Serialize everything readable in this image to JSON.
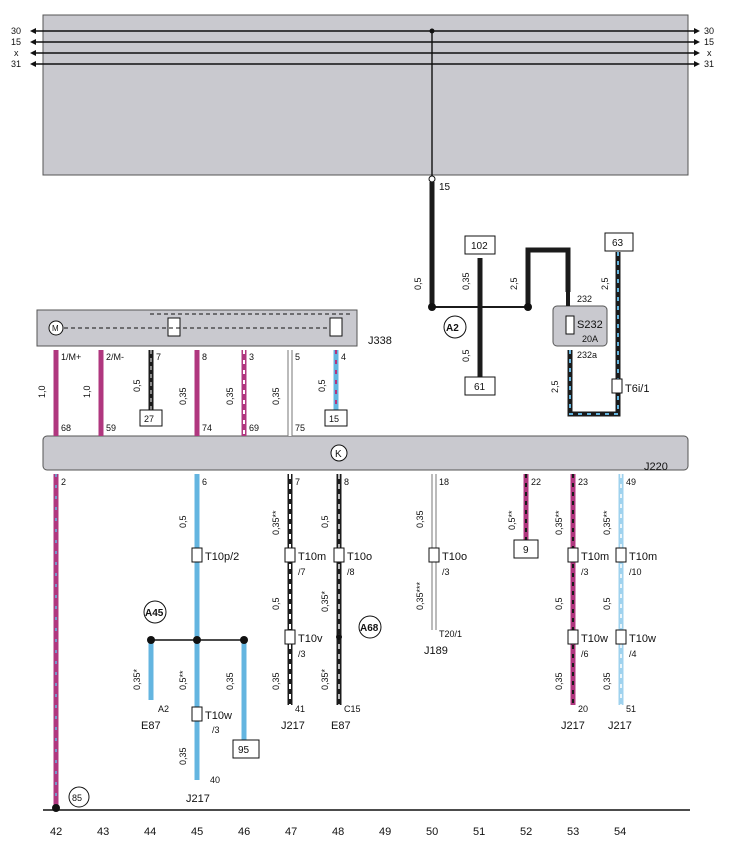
{
  "rails": [
    {
      "name": "30",
      "label_left": "30",
      "label_right": "30"
    },
    {
      "name": "15",
      "label_left": "15",
      "label_right": "15"
    },
    {
      "name": "x",
      "label_left": "x",
      "label_right": "x"
    },
    {
      "name": "31",
      "label_left": "31",
      "label_right": "31"
    }
  ],
  "top_panel": {
    "pin_label": "15"
  },
  "j338": {
    "label": "J338",
    "pins": [
      "1/M+",
      "2/M-",
      "7",
      "8",
      "3",
      "5",
      "4"
    ]
  },
  "j220": {
    "label": "J220",
    "k_label": "K",
    "top_pins": [
      "68",
      "59",
      "74",
      "69",
      "75"
    ],
    "bottom_pins": [
      "2",
      "6",
      "7",
      "8",
      "18",
      "22",
      "23",
      "49"
    ]
  },
  "connector_boxes": {
    "b27": "27",
    "b15": "15",
    "b102": "102",
    "b61": "61",
    "b63": "63",
    "b9": "9",
    "b95": "95"
  },
  "fuse": {
    "name": "S232",
    "current": "20A",
    "pin_top": "232",
    "pin_bottom": "232a"
  },
  "ground_points": {
    "a2": "A2",
    "a45": "A45",
    "a68": "A68",
    "g85": "85"
  },
  "wire_sizes": {
    "w_a_1": "1,0",
    "w_a_2": "1,0",
    "w_a_3": "0,5",
    "w_a_4": "0,35",
    "w_a_5": "0,35",
    "w_a_6": "0,35",
    "w_a_7": "0,5",
    "w_b_1": "0,5",
    "w_b_2": "0,35",
    "w_b_3": "0,5",
    "w_b_4": "2,5",
    "w_b_5": "2,5",
    "w_b_6": "2,5",
    "w_c_45": "0,5",
    "w_c_47": "0,35**",
    "w_c_48": "0,5",
    "w_c_50": "0,35",
    "w_c_52": "0,5**",
    "w_c_53": "0,35**",
    "w_c_54": "0,35**",
    "w_d_47": "0,5",
    "w_d_48": "0,35*",
    "w_d_50": "0,35***",
    "w_d_53": "0,5",
    "w_d_54": "0,5",
    "w_e_44": "0,35*",
    "w_e_45": "0,5**",
    "w_e_46": "0,35",
    "w_e_47": "0,35",
    "w_e_48": "0,35*",
    "w_e_53": "0,35",
    "w_e_54": "0,35",
    "w_f_45": "0,35"
  },
  "connectors": {
    "c1": {
      "name": "T10p/2",
      "sub": ""
    },
    "c2": {
      "name": "T10m",
      "sub": "/7"
    },
    "c3": {
      "name": "T10o",
      "sub": "/8"
    },
    "c4": {
      "name": "T10o",
      "sub": "/3"
    },
    "c5": {
      "name": "T10m",
      "sub": "/3"
    },
    "c6": {
      "name": "T10m",
      "sub": "/10"
    },
    "c7": {
      "name": "T10v",
      "sub": "/3"
    },
    "c8": {
      "name": "T10w",
      "sub": "/6"
    },
    "c9": {
      "name": "T10w",
      "sub": "/4"
    },
    "c10": {
      "name": "T10w",
      "sub": "/3"
    },
    "c11": {
      "name": "T6i/1",
      "sub": ""
    }
  },
  "terminals": {
    "t_a2": "A2",
    "t_e87a": "E87",
    "t_41": "41",
    "t_j217b": "J217",
    "t_c15": "C15",
    "t_e87b": "E87",
    "t_t201": "T20/1",
    "t_j189": "J189",
    "t_20": "20",
    "t_j217c": "J217",
    "t_51": "51",
    "t_j217d": "J217",
    "t_40": "40",
    "t_j217a": "J217"
  },
  "scale": [
    "42",
    "43",
    "44",
    "45",
    "46",
    "47",
    "48",
    "49",
    "50",
    "51",
    "52",
    "53",
    "54"
  ],
  "colors": {
    "violet": "#b0377f",
    "blue": "#64b5e0",
    "black": "#1b1b1b",
    "white": "#ffffff",
    "grey": "#c9c9cf"
  }
}
